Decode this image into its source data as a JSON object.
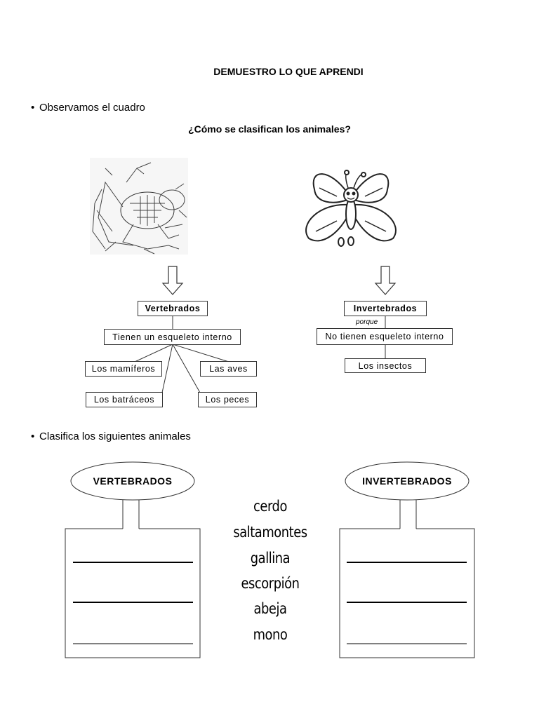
{
  "title": "DEMUESTRO LO QUE APRENDI",
  "bullet_1": "Observamos el cuadro",
  "question": "¿Cómo se clasifican los animales?",
  "diagram": {
    "left": {
      "heading": "Vertebrados",
      "definition": "Tienen un esqueleto interno",
      "groups": [
        "Los mamíferos",
        "Las aves",
        "Los batráceos",
        "Los peces"
      ]
    },
    "right": {
      "heading": "Invertebrados",
      "connector": "porque",
      "definition": "No tienen esqueleto interno",
      "groups": [
        "Los insectos"
      ]
    }
  },
  "bullet_2": "Clasifica los siguientes animales",
  "exercise": {
    "left_label": "VERTEBRADOS",
    "right_label": "INVERTEBRADOS",
    "words": [
      "cerdo",
      "saltamontes",
      "gallina",
      "escorpión",
      "abeja",
      "mono"
    ]
  }
}
